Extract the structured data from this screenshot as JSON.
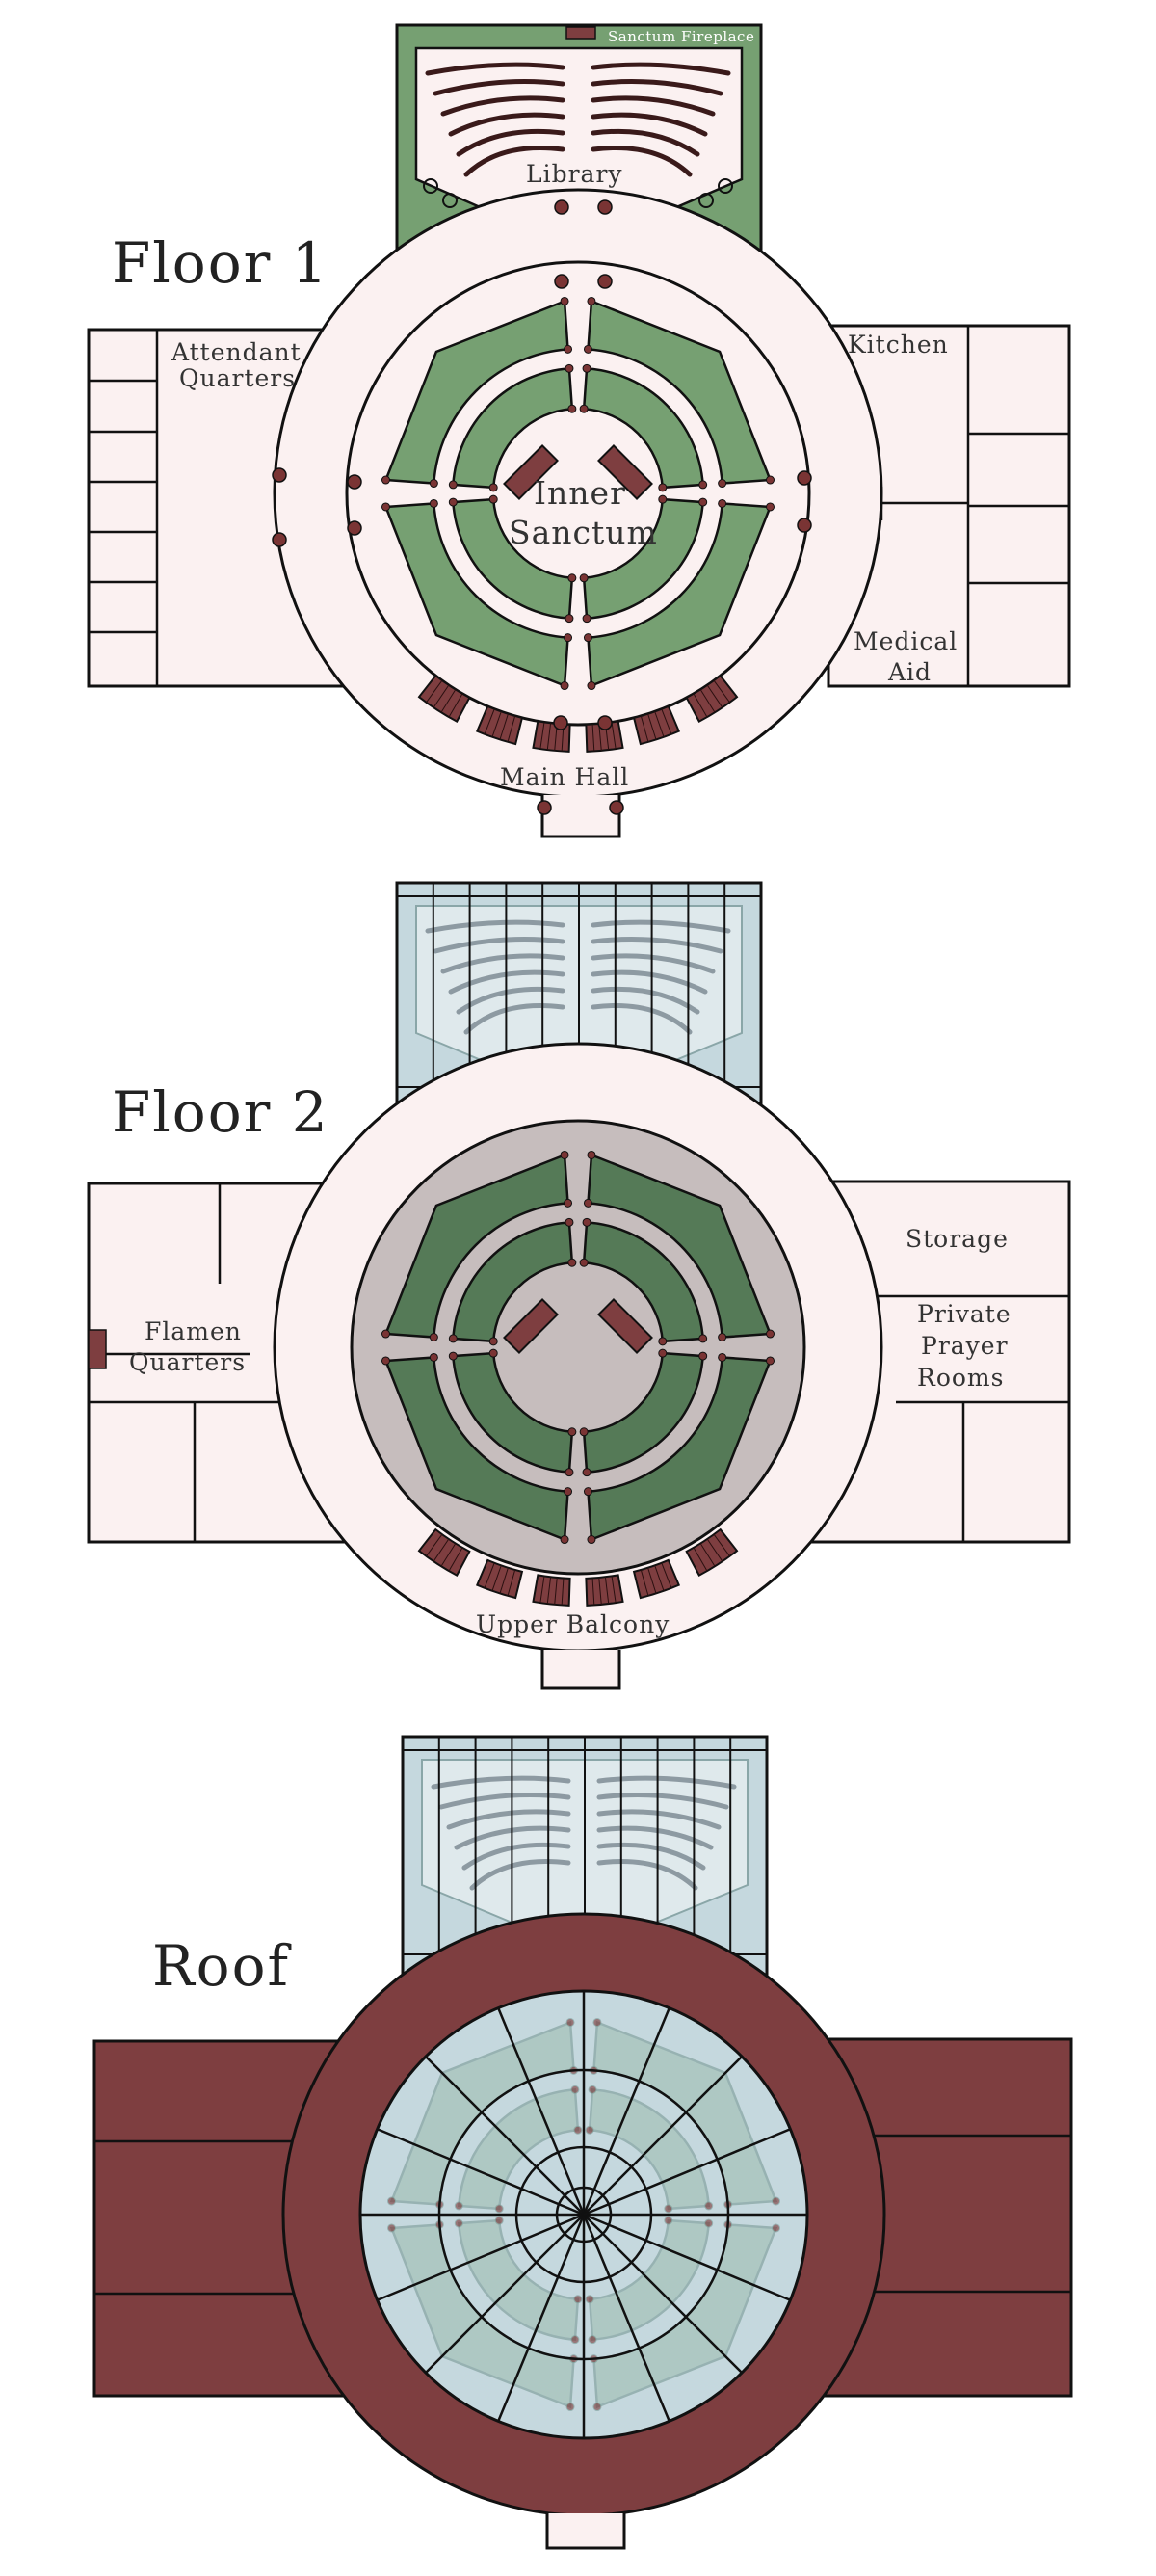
{
  "floors": [
    {
      "title": "Floor 1",
      "labels": {
        "sanctum_fireplace": "Sanctum Fireplace",
        "library": "Library",
        "attendant_line1": "Attendant",
        "attendant_line2": "Quarters",
        "kitchen": "Kitchen",
        "inner_line1": "Inner",
        "inner_line2": "Sanctum",
        "medical_line1": "Medical",
        "medical_line2": "Aid",
        "main_hall": "Main Hall"
      }
    },
    {
      "title": "Floor 2",
      "labels": {
        "storage": "Storage",
        "flamen_line1": "Flamen",
        "flamen_line2": "Quarters",
        "private_line1": "Private",
        "private_line2": "Prayer",
        "private_line3": "Rooms",
        "upper_balcony": "Upper Balcony"
      }
    },
    {
      "title": "Roof",
      "labels": {}
    }
  ],
  "colors": {
    "outline": "#111111",
    "floor_fill": "#fbf1f1",
    "green": "#76a072",
    "dark_green": "#557a57",
    "maroon": "#7e3e40",
    "post": "#7a3434",
    "pew": "#3a1a1a",
    "grey_inner": "#c6bdbd",
    "glass": "#c5d8de",
    "glass_frame": "#9cc0bc",
    "faded_pew": "#8d9aa2"
  }
}
